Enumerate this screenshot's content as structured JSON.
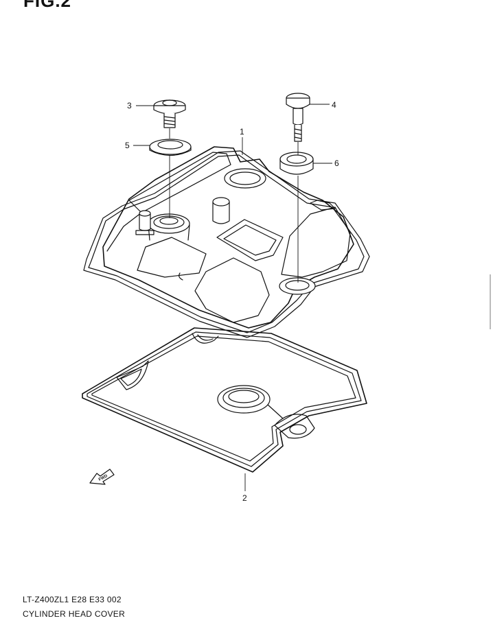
{
  "figure": {
    "title": "FIG.2"
  },
  "footer": {
    "model_line": "LT-Z400ZL1  E28  E33  002",
    "title_line": "CYLINDER HEAD COVER"
  },
  "callouts": [
    {
      "number": "1",
      "part": "cylinder-head-cover"
    },
    {
      "number": "2",
      "part": "cylinder-head-cover-gasket"
    },
    {
      "number": "3",
      "part": "bolt"
    },
    {
      "number": "4",
      "part": "bolt"
    },
    {
      "number": "5",
      "part": "seal-washer"
    },
    {
      "number": "6",
      "part": "grommet"
    }
  ],
  "direction_marker": {
    "label": "FWD"
  }
}
